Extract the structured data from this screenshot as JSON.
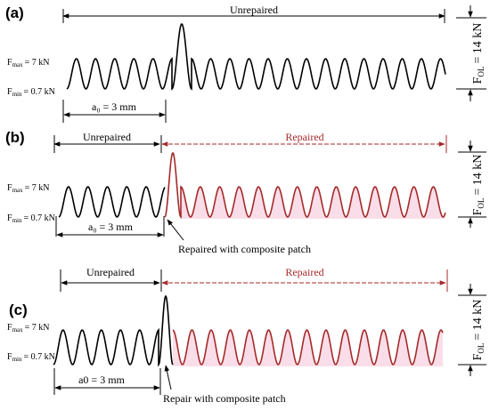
{
  "panels": [
    {
      "id": "a",
      "label": "(a)",
      "unrepaired": "Unrepaired",
      "fmax_base": "F",
      "fmax_sub": "max",
      "fmax_val": "= 7 kN",
      "fmin_base": "F",
      "fmin_sub": "min",
      "fmin_val": "= 0.7 kN",
      "a0": "a₀ = 3 mm",
      "fol_base": "F",
      "fol_sub": "OL",
      "fol_val": "= 14 kN"
    },
    {
      "id": "b",
      "label": "(b)",
      "unrepaired": "Unrepaired",
      "repaired": "Repaired",
      "fmax_base": "F",
      "fmax_sub": "max",
      "fmax_val": "= 7 kN",
      "fmin_base": "F",
      "fmin_sub": "min",
      "fmin_val": "= 0.7 kN",
      "a0": "a₀ = 3 mm",
      "note": "Repaired with composite patch",
      "fol_base": "F",
      "fol_sub": "OL",
      "fol_val": "= 14 kN"
    },
    {
      "id": "c",
      "label": "(c)",
      "unrepaired": "Unrepaired",
      "repaired": "Repaired",
      "fmax_base": "F",
      "fmax_sub": "max",
      "fmax_val": "= 7 kN",
      "fmin_base": "F",
      "fmin_sub": "min",
      "fmin_val": "= 0.7 kN",
      "a0": "a0 = 3 mm",
      "note": "Repair with composite patch",
      "fol_base": "F",
      "fol_sub": "OL",
      "fol_val": "= 14 kN"
    }
  ],
  "colors": {
    "unrepaired": "#000000",
    "repaired": "#a52a2a",
    "repaired_fill": "#f7d6e3"
  }
}
